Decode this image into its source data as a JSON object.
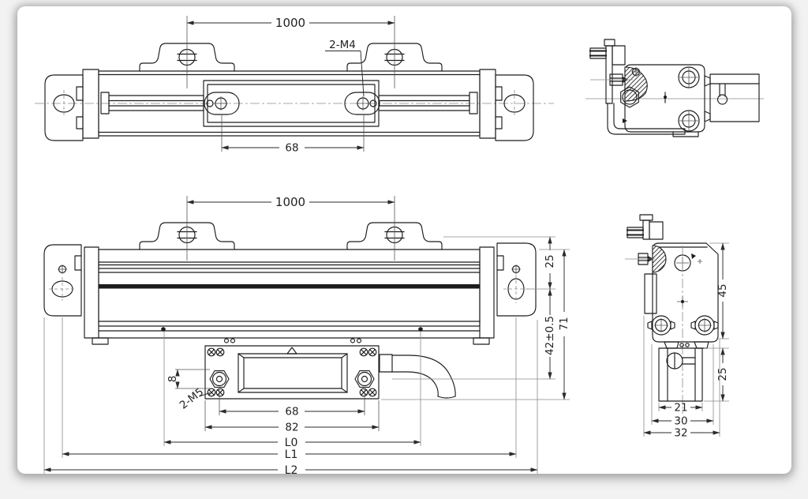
{
  "colors": {
    "canvas_background": "#ffffff",
    "page_background": "#f2f2f2",
    "line": "#1c1c1c",
    "construction_line": "#8a8a8a",
    "text": "#222222"
  },
  "top_view": {
    "mount_spacing": "1000",
    "thread_label": "2-M4",
    "hole_spacing": "68"
  },
  "front_view": {
    "mount_spacing": "1000",
    "bracket_hole_offset": "25",
    "mount_to_cable": "42±0.5",
    "total_height": "71",
    "screw_offset": "8",
    "thread_label": "2-M5",
    "head_screw_spacing": "68",
    "head_width": "82",
    "len0": "L0",
    "len1": "L1",
    "len2": "L2"
  },
  "side_view": {
    "body_height": "45",
    "foot_height": "25",
    "foot_width": "21",
    "body_width": "30",
    "overall_width": "32"
  }
}
